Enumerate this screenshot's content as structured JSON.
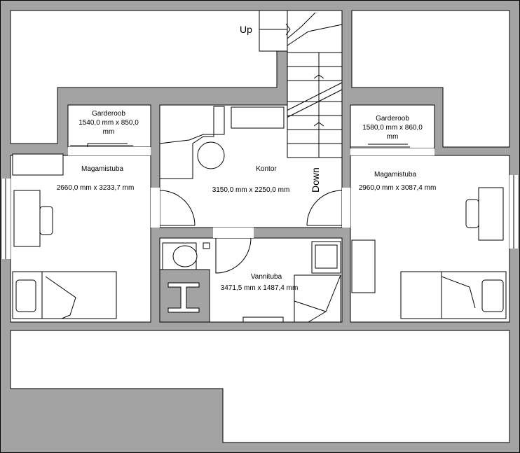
{
  "stairs": {
    "up": "Up",
    "down": "Down"
  },
  "rooms": {
    "garderoob_left": {
      "name": "Garderoob",
      "dim1": "1540,0 mm x 850,0",
      "dim2": "mm"
    },
    "garderoob_right": {
      "name": "Garderoob",
      "dim1": "1580,0 mm x 860,0",
      "dim2": "mm"
    },
    "magamistuba_left": {
      "name": "Magamistuba",
      "dim": "2660,0 mm x 3233,7 mm"
    },
    "magamistuba_right": {
      "name": "Magamistuba",
      "dim": "2960,0 mm x 3087,4 mm"
    },
    "kontor": {
      "name": "Kontor",
      "dim": "3150,0 mm x 2250,0 mm"
    },
    "vannituba": {
      "name": "Vannituba",
      "dim": "3471,5 mm x 1487,4 mm"
    }
  },
  "colors": {
    "wall": "#a3a3a3",
    "floor": "#ffffff"
  }
}
